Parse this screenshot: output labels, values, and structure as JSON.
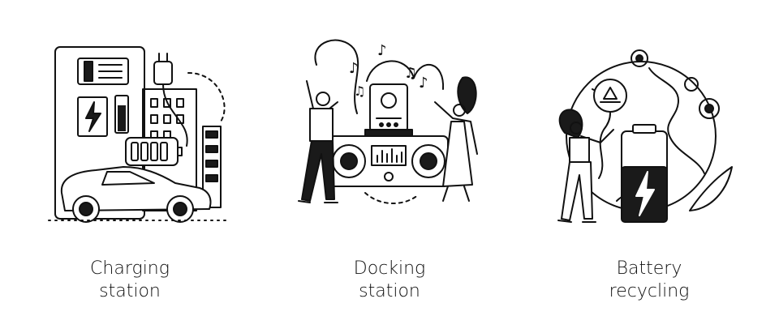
{
  "illustrations": [
    {
      "id": "charging",
      "icon": "charging-station-icon",
      "caption_lines": [
        "Charging",
        "station"
      ]
    },
    {
      "id": "docking",
      "icon": "docking-station-icon",
      "caption_lines": [
        "Docking",
        "station"
      ]
    },
    {
      "id": "recycling",
      "icon": "battery-recycling-icon",
      "caption_lines": [
        "Battery",
        "recycling"
      ]
    }
  ],
  "colors": {
    "ink": "#111111",
    "background": "#ffffff",
    "fill": "#1a1a1a"
  }
}
